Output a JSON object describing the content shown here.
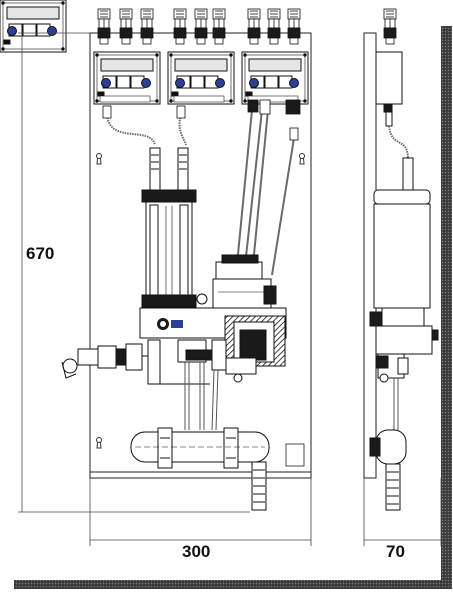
{
  "dimensions": {
    "height": "670",
    "width": "300",
    "depth": "70"
  },
  "colors": {
    "line": "#222222",
    "shadow": "#2e2e2e",
    "accent_blue": "#2a3e9a",
    "display_fill": "#e6e6e6",
    "cable": "#6a6a6a"
  },
  "icons": [
    "keyhole-icon",
    "brand-logo"
  ]
}
